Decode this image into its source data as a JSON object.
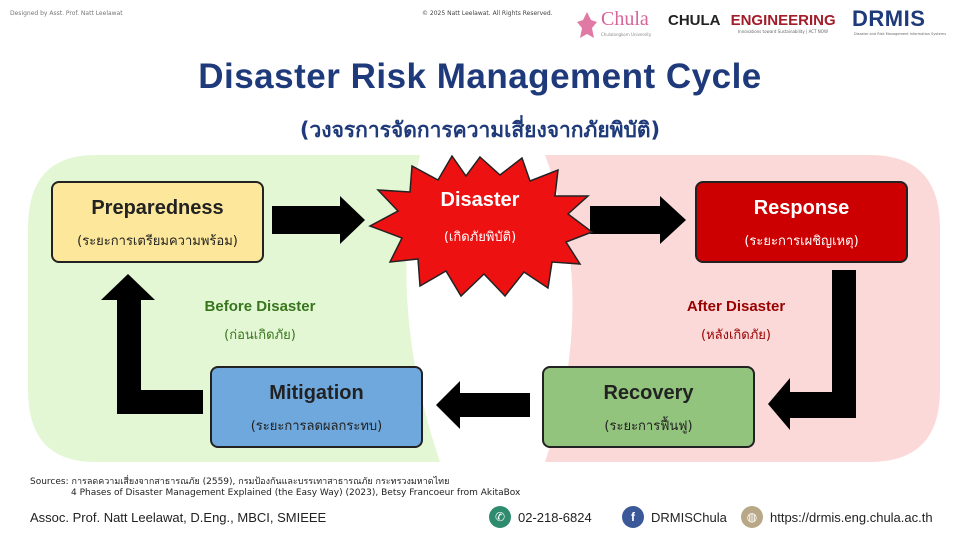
{
  "header": {
    "tiny_left": "Designed by Asst. Prof. Natt Leelawat",
    "copyright": "© 2025 Natt Leelawat. All Rights Reserved.",
    "logo_chula": "Chula",
    "logo_chula_sub": "Chulalongkorn University",
    "logo_chula_eng_1": "CHULA",
    "logo_chula_eng_2": "ENGINEERING",
    "logo_chula_eng_tag": "Innovations toward Sustainability | ACT NOW",
    "logo_drmis": "DRMIS",
    "logo_drmis_sub": "Disaster and Risk Management Information Systems"
  },
  "title": "Disaster Risk Management Cycle",
  "subtitle": "(วงจรการจัดการความเสี่ยงจากภัยพิบัติ)",
  "phases": {
    "preparedness": {
      "title": "Preparedness",
      "sub": "(ระยะการเตรียมความพร้อม)"
    },
    "disaster": {
      "title": "Disaster",
      "sub": "(เกิดภัยพิบัติ)"
    },
    "response": {
      "title": "Response",
      "sub": "(ระยะการเผชิญเหตุ)"
    },
    "recovery": {
      "title": "Recovery",
      "sub": "(ระยะการฟื้นฟู)"
    },
    "mitigation": {
      "title": "Mitigation",
      "sub": "(ระยะการลดผลกระทบ)"
    }
  },
  "groups": {
    "before": {
      "title": "Before Disaster",
      "sub": "(ก่อนเกิดภัย)"
    },
    "after": {
      "title": "After Disaster",
      "sub": "(หลังเกิดภัย)"
    }
  },
  "sources": {
    "line1": "Sources: การลดความเสี่ยงจากสาธารณภัย (2559), กรมป้องกันและบรรเทาสาธารณภัย กระทรวงมหาดไทย",
    "line2": "4 Phases of Disaster Management Explained (the Easy Way) (2023), Betsy Francoeur from AkitaBox"
  },
  "footer": {
    "author": "Assoc. Prof. Natt Leelawat, D.Eng., MBCI, SMIEEE",
    "phone": "02-218-6824",
    "facebook": "DRMISChula",
    "website": "https://drmis.eng.chula.ac.th"
  },
  "colors": {
    "title": "#1f3a7a",
    "before_bg": "#e3f7d5",
    "after_bg": "#fcd9d9",
    "preparedness": "#fde79a",
    "response": "#cc0000",
    "recovery": "#93c47d",
    "mitigation": "#6fa8dc",
    "disaster": "#ee1111",
    "before_text": "#38761d",
    "after_text": "#990000"
  }
}
